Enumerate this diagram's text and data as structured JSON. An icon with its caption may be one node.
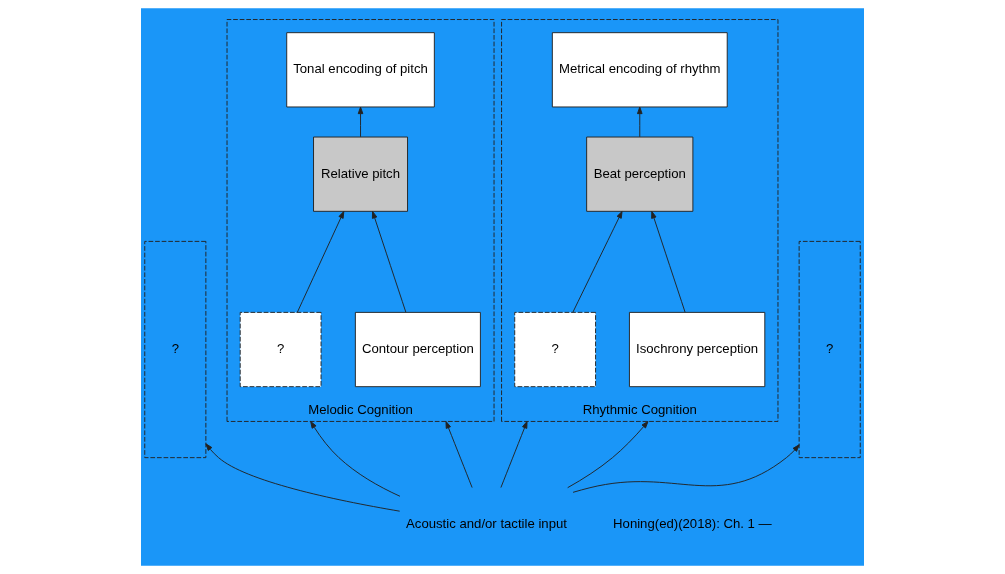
{
  "diagram": {
    "nodes": [
      {
        "text": [
          "?"
        ]
      },
      {
        "text": [
          "Melodic Cognition"
        ]
      },
      {
        "text": [
          "Tonal encoding of pitch"
        ],
        "in": 1
      },
      {
        "text": [
          "Relative pitch"
        ],
        "in": 1
      },
      {
        "text": [
          "Contour perception"
        ],
        "in": 1
      },
      {
        "text": [
          "?"
        ],
        "in": 1
      },
      {
        "text": [
          "Rhythmic Cognition"
        ]
      },
      {
        "text": [
          "Metrical encoding of rhythm"
        ],
        "in": 6
      },
      {
        "text": [
          "Beat perception"
        ],
        "in": 6
      },
      {
        "text": [
          "Isochrony perception"
        ],
        "in": 6
      },
      {
        "text": [
          "?"
        ],
        "in": 6
      },
      {
        "text": [
          "?"
        ]
      },
      {
        "text": [
          "Acoustic and/or tactile input"
        ]
      }
    ],
    "edges": [
      {
        "from": 3,
        "to": 2,
        "arrow": "to"
      },
      {
        "from": 4,
        "to": 3,
        "arrow": "to"
      },
      {
        "from": 5,
        "to": 3,
        "arrow": "to"
      },
      {
        "from": 8,
        "to": 7,
        "arrow": "to"
      },
      {
        "from": 9,
        "to": 8,
        "arrow": "to"
      },
      {
        "from": 10,
        "to": 8,
        "arrow": "to"
      },
      {
        "from": 12,
        "to": 0,
        "arrow": "to"
      },
      {
        "from": 12,
        "to": 1,
        "arrow": "to"
      },
      {
        "from": 12,
        "to": 1,
        "arrow": "to"
      },
      {
        "from": 12,
        "to": 6,
        "arrow": "to"
      },
      {
        "from": 12,
        "to": 6,
        "arrow": "to"
      },
      {
        "from": 12,
        "to": 11,
        "arrow": "to"
      }
    ],
    "labels": [
      "Honing(ed)(2018): Ch. 1 —"
    ]
  }
}
